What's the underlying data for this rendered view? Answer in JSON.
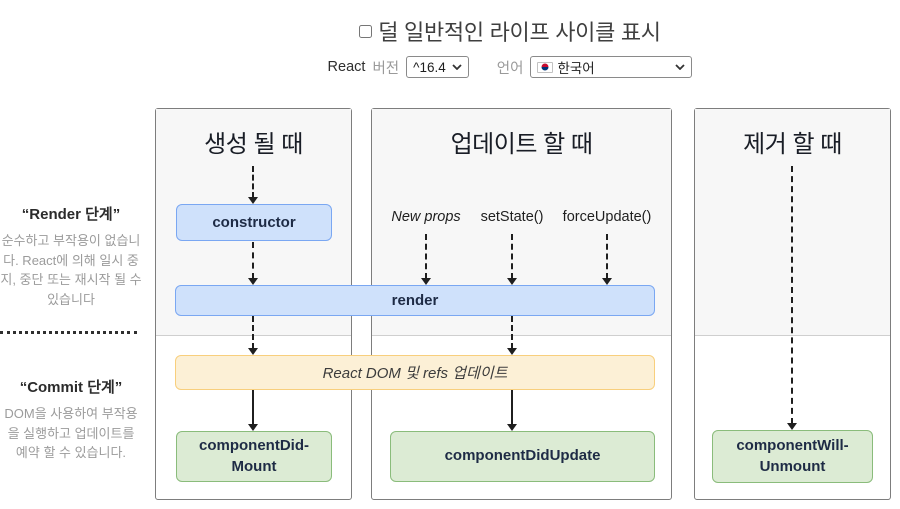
{
  "header": {
    "show_less_common_label": "덜 일반적인 라이프 사이클 표시",
    "checkbox_checked": false
  },
  "controls": {
    "react_label": "React",
    "version_label": "버전",
    "version_value": "^16.4",
    "language_label": "언어",
    "language_value": "한국어",
    "language_flag": "south-korea"
  },
  "sidebar": {
    "render_phase_title": "“Render 단계”",
    "render_phase_desc": "순수하고 부작용이 없습니다. React에 의해 일시 중지, 중단 또는 재시작 될 수 있습니다",
    "commit_phase_title": "“Commit 단계”",
    "commit_phase_desc": "DOM을 사용하여 부작용을 실행하고 업데이트를 예약 할 수 있습니다."
  },
  "columns": [
    {
      "header": "생성 될 때"
    },
    {
      "header": "업데이트 할 때"
    },
    {
      "header": "제거 할 때"
    }
  ],
  "diagram": {
    "constructor": "constructor",
    "new_props": "New props",
    "set_state": "setState()",
    "force_update": "forceUpdate()",
    "render": "render",
    "react_dom_update": "React DOM 및 refs 업데이트",
    "component_did_mount": "componentDid-\nMount",
    "component_did_update": "componentDidUpdate",
    "component_will_unmount": "componentWill-\nUnmount"
  },
  "colors": {
    "blue_fill": "#cfe1fb",
    "blue_border": "#7aa7f2",
    "yellow_fill": "#fcf0d6",
    "yellow_border": "#f8cf7d",
    "green_fill": "#dcebd4",
    "green_border": "#8abc7b",
    "column_render_phase_bg": "#f7f7f7",
    "column_border": "#7d7d7d"
  }
}
